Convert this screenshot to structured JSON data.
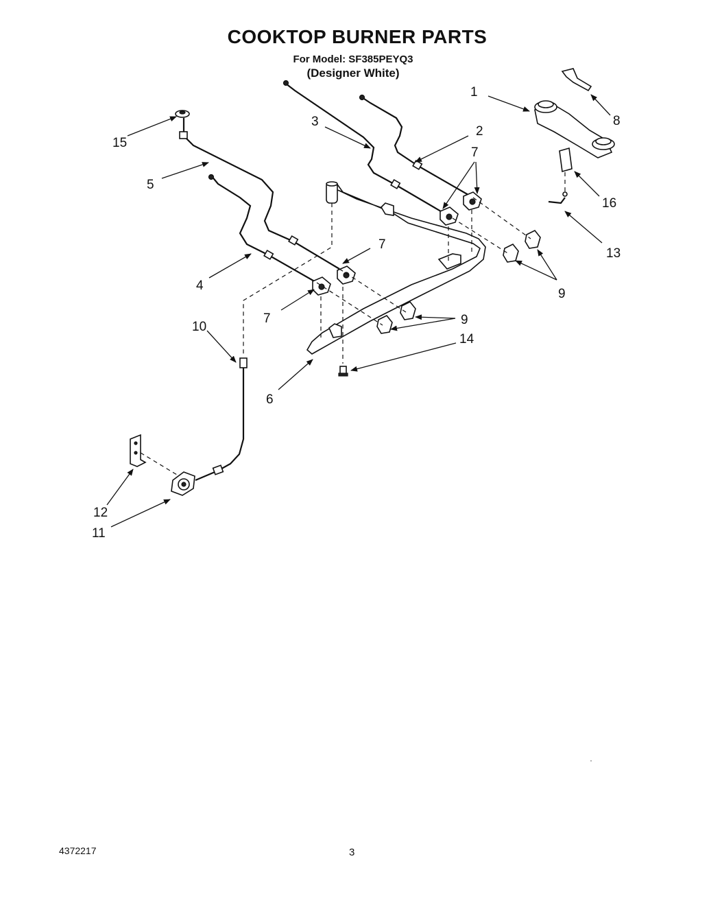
{
  "header": {
    "title": "COOKTOP BURNER PARTS",
    "model_line": "For Model: SF385PEYQ3",
    "color_line": "(Designer White)"
  },
  "callouts": {
    "c1": "1",
    "c2": "2",
    "c3": "3",
    "c4": "4",
    "c5": "5",
    "c6": "6",
    "c7a": "7",
    "c7b": "7",
    "c7c": "7",
    "c8": "8",
    "c9a": "9",
    "c9b": "9",
    "c10": "10",
    "c11": "11",
    "c12": "12",
    "c13": "13",
    "c14": "14",
    "c15": "15",
    "c16": "16"
  },
  "footer": {
    "doc_number": "4372217",
    "page_number": "3"
  }
}
